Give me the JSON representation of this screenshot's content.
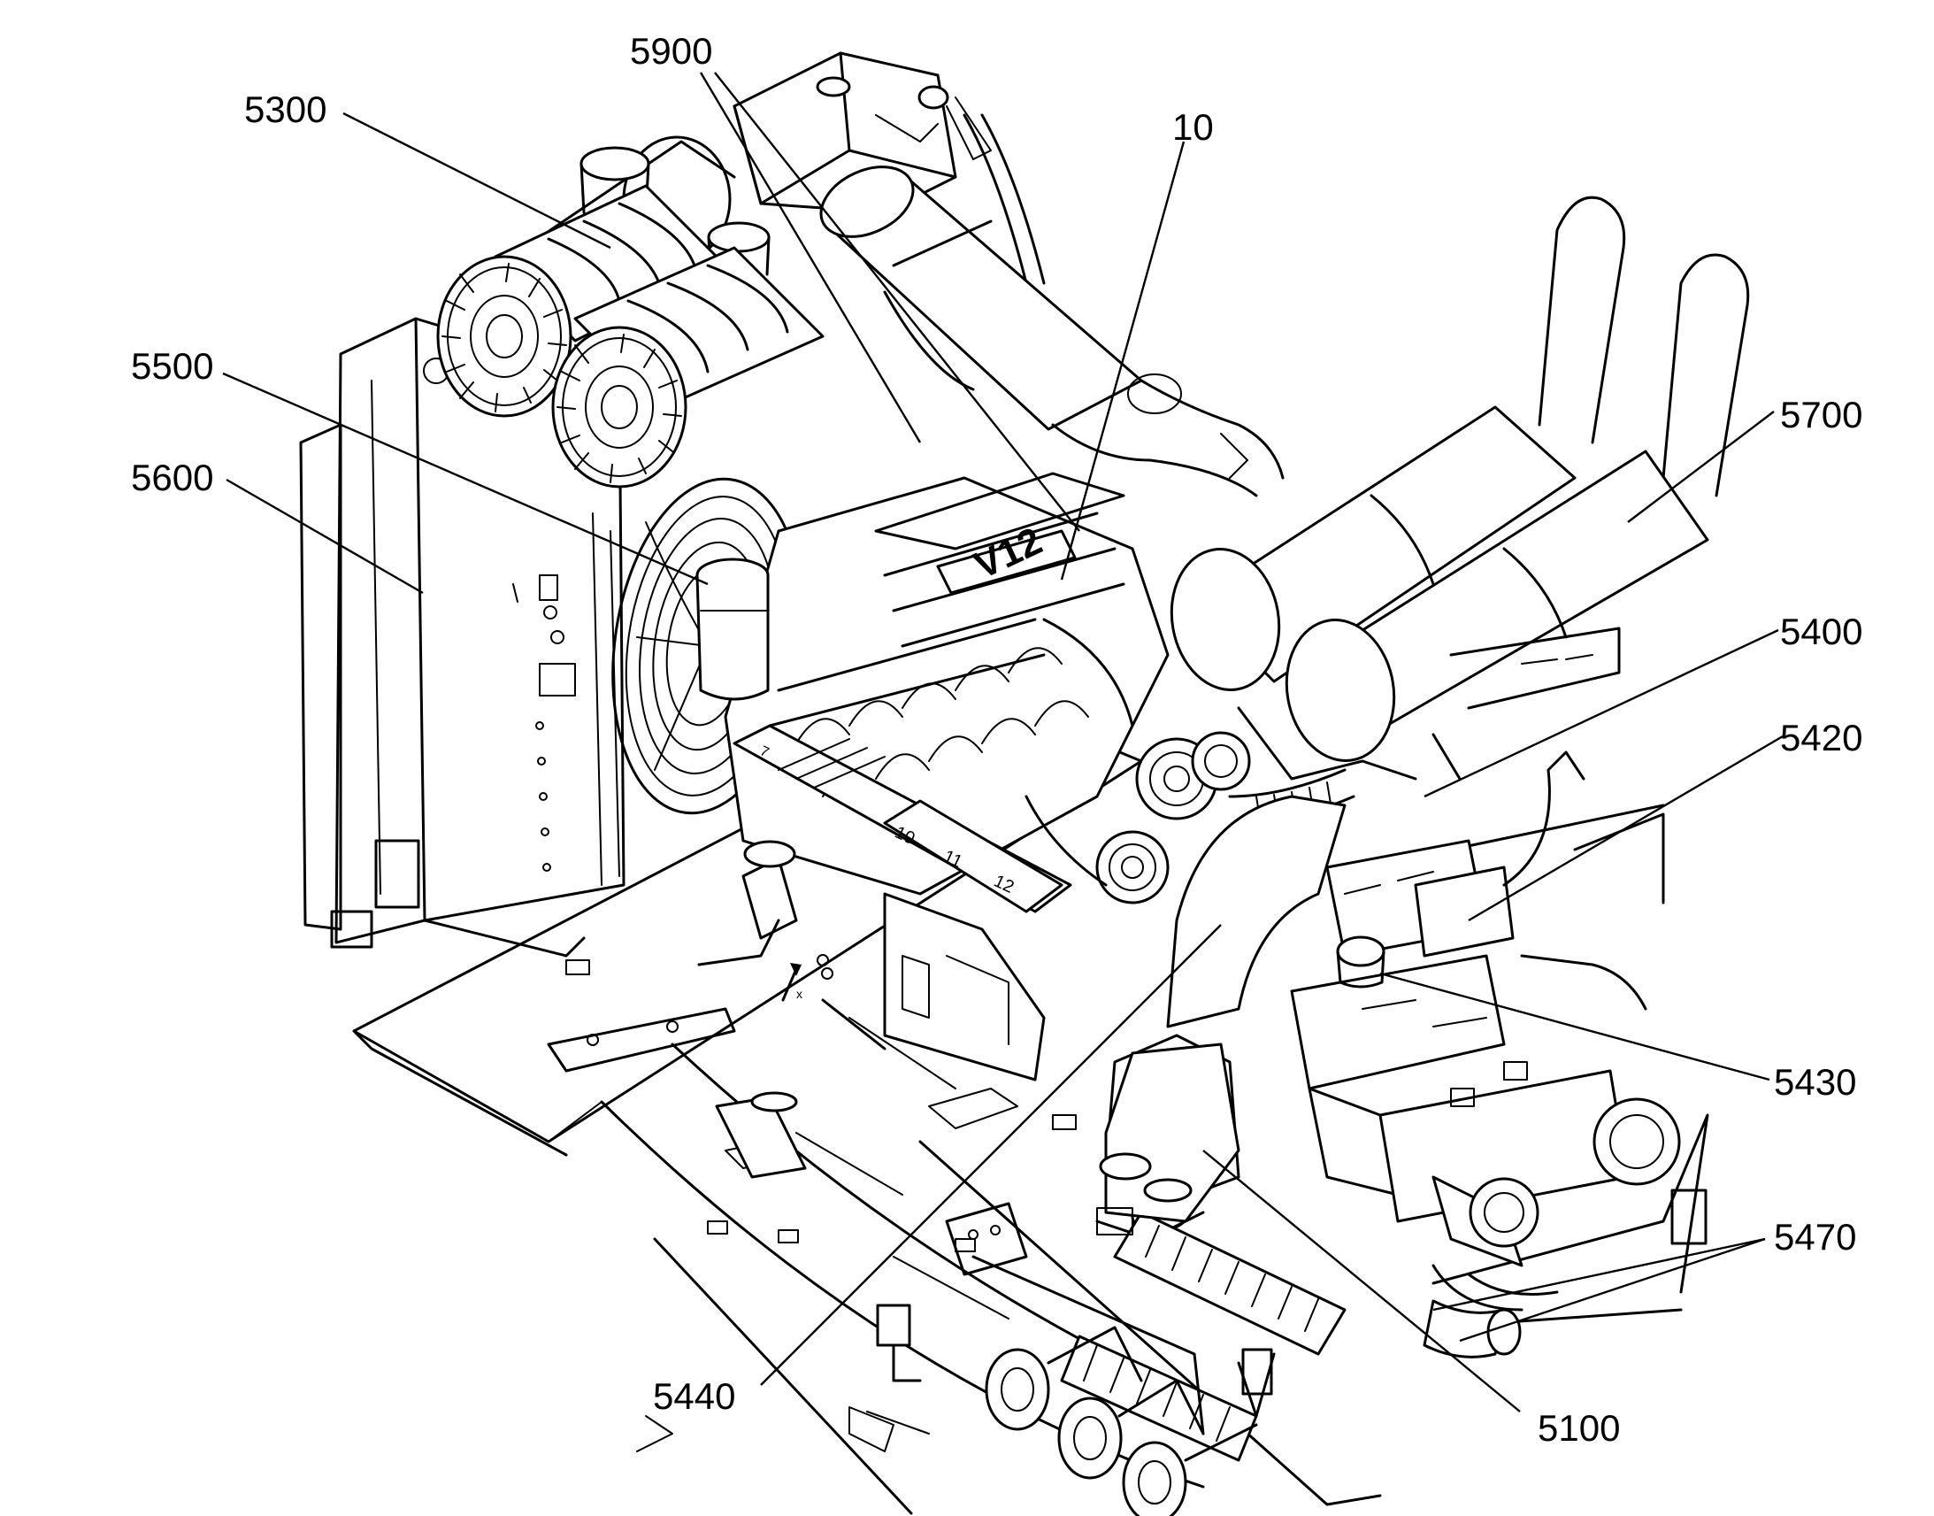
{
  "diagram": {
    "callouts": {
      "c5900": "5900",
      "c5300": "5300",
      "c10": "10",
      "c5500": "5500",
      "c5600": "5600",
      "c5700": "5700",
      "c5400": "5400",
      "c5420": "5420",
      "c5430": "5430",
      "c5470": "5470",
      "c5440": "5440",
      "c5100": "5100"
    },
    "markings": {
      "engine_badge": "V12",
      "cyl_10": "10",
      "cyl_11": "11",
      "cyl_12": "12",
      "cyl_7": "7",
      "arrow_x": "x"
    }
  }
}
